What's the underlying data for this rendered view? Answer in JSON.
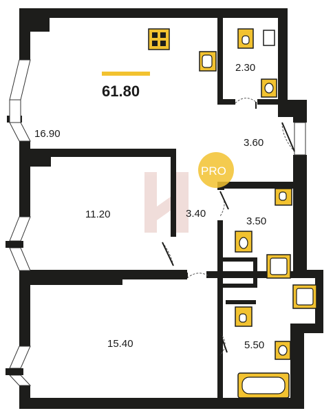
{
  "plan": {
    "total_area": "61.80",
    "accent_color": "#f2c230",
    "wall_color": "#1d1d1b",
    "badge": {
      "text": "PRO"
    },
    "rooms": [
      {
        "id": "living-kitchen",
        "area": "16.90"
      },
      {
        "id": "wc-small",
        "area": "2.30"
      },
      {
        "id": "hall",
        "area": "3.60"
      },
      {
        "id": "bedroom-1",
        "area": "11.20"
      },
      {
        "id": "corridor",
        "area": "3.40"
      },
      {
        "id": "bath-1",
        "area": "3.50"
      },
      {
        "id": "bedroom-2",
        "area": "15.40"
      },
      {
        "id": "bath-2",
        "area": "5.50"
      }
    ],
    "icons": [
      "stove-icon",
      "sink-icon",
      "toilet-icon",
      "washbasin-icon",
      "shower-tray-icon",
      "bathtub-icon",
      "watermark-logo"
    ]
  }
}
